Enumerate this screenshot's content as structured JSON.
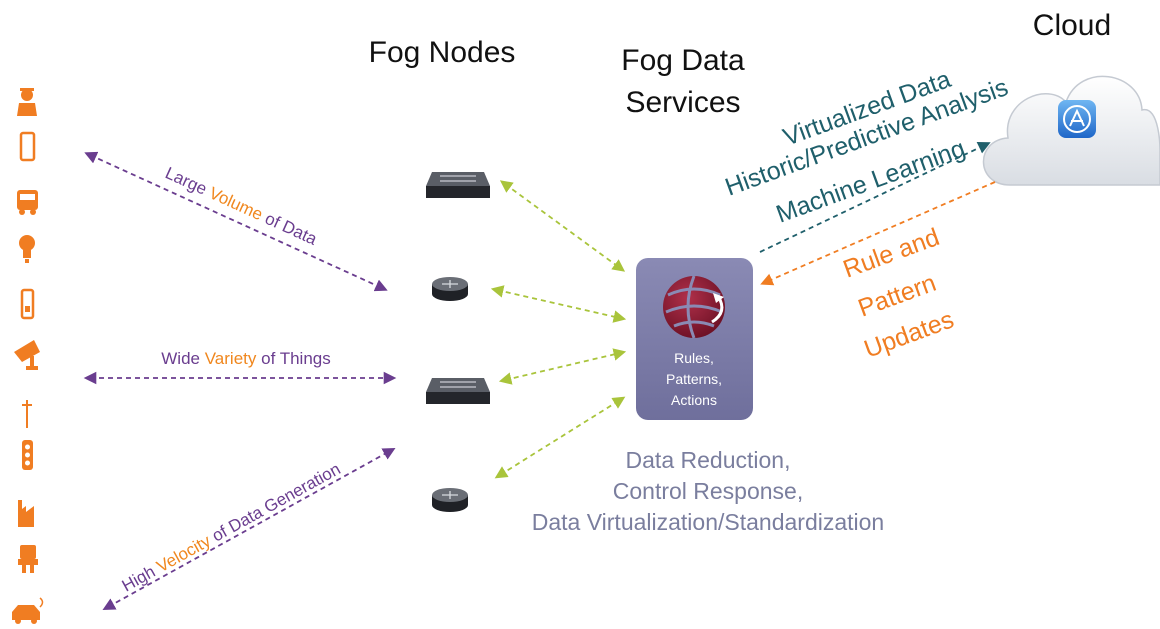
{
  "headers": {
    "fog_nodes": "Fog Nodes",
    "fog_data_services_line1": "Fog Data",
    "fog_data_services_line2": "Services",
    "cloud": "Cloud"
  },
  "left_arrows": {
    "volume": {
      "pre": "Large ",
      "key": "Volume",
      "post": " of Data"
    },
    "variety": {
      "pre": "Wide ",
      "key": "Variety",
      "post": " of Things"
    },
    "velocity": {
      "pre": "High ",
      "key": "Velocity",
      "post": " of Data Generation"
    }
  },
  "services_box": {
    "line1": "Rules,",
    "line2": "Patterns,",
    "line3": "Actions"
  },
  "cloud_upload": {
    "line1": "Virtualized Data",
    "line2": "Historic/Predictive Analysis",
    "line3": "Machine Learning"
  },
  "cloud_download": {
    "line1": "Rule and",
    "line2": "Pattern",
    "line3": "Updates"
  },
  "summary": {
    "line1": "Data Reduction,",
    "line2": "Control Response,",
    "line3": "Data Virtualization/Standardization"
  },
  "things_icons": [
    "worker-icon",
    "phone-icon",
    "bus-icon",
    "lightbulb-icon",
    "mobile-device-icon",
    "security-camera-icon",
    "utility-pole-icon",
    "traffic-light-icon",
    "factory-icon",
    "robot-icon",
    "car-icon"
  ],
  "fog_node_icons": [
    "switch-icon",
    "router-icon",
    "switch-icon",
    "router-icon"
  ],
  "colors": {
    "thing_orange": "#f07d22",
    "left_arrow_purple": "#6a3d8f",
    "key_word_orange": "#f0871e",
    "node_arrow_green": "#a9c43b",
    "box_purple": "#7e7ea8",
    "teal": "#1f5f6b",
    "summary_gray": "#7a7e9e"
  }
}
